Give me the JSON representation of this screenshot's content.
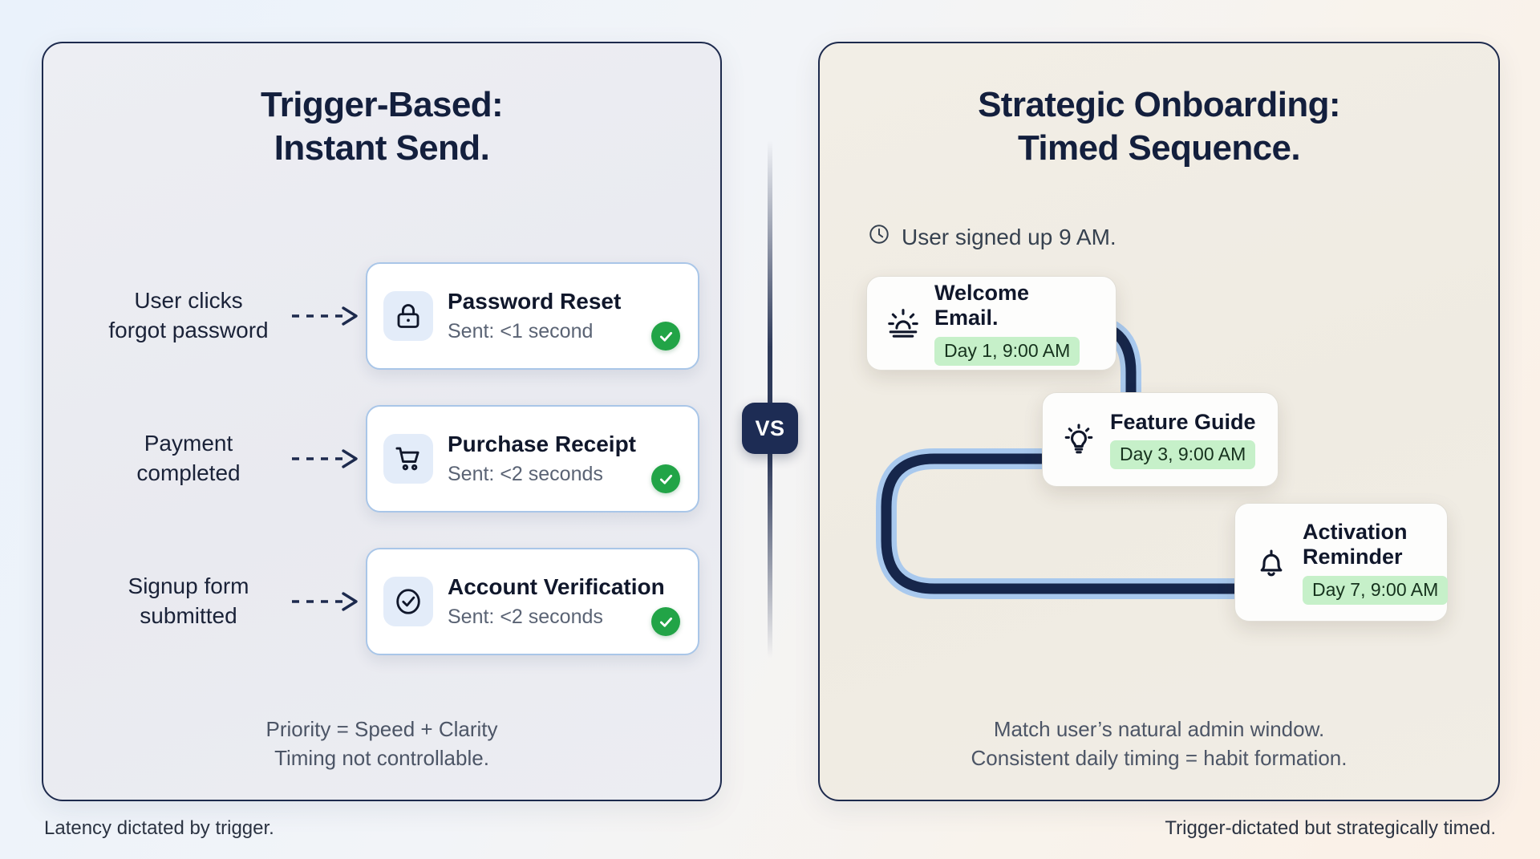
{
  "left_panel": {
    "title_line1": "Trigger-Based:",
    "title_line2": "Instant Send.",
    "rows": [
      {
        "trigger_line1": "User clicks",
        "trigger_line2": "forgot password",
        "icon": "lock-icon",
        "card_title": "Password Reset",
        "card_subtitle": "Sent: <1 second",
        "status": "check-icon"
      },
      {
        "trigger_line1": "Payment",
        "trigger_line2": "completed",
        "icon": "shopping-cart-icon",
        "card_title": "Purchase Receipt",
        "card_subtitle": "Sent: <2 seconds",
        "status": "check-icon"
      },
      {
        "trigger_line1": "Signup form",
        "trigger_line2": "submitted",
        "icon": "check-circle-icon",
        "card_title": "Account Verification",
        "card_subtitle": "Sent: <2 seconds",
        "status": "check-icon"
      }
    ],
    "footnote_line1": "Priority = Speed + Clarity",
    "footnote_line2": "Timing not controllable."
  },
  "divider": {
    "badge_label": "VS"
  },
  "right_panel": {
    "title_line1": "Strategic Onboarding:",
    "title_line2": "Timed Sequence.",
    "signup_note": "User signed up 9 AM.",
    "signup_icon": "clock-icon",
    "steps": [
      {
        "icon": "sunrise-icon",
        "title": "Welcome Email.",
        "schedule": "Day 1, 9:00 AM"
      },
      {
        "icon": "lightbulb-icon",
        "title": "Feature Guide",
        "schedule": "Day 3, 9:00 AM"
      },
      {
        "icon": "bell-icon",
        "title_line1": "Activation",
        "title_line2": "Reminder",
        "schedule": "Day 7, 9:00 AM"
      }
    ],
    "footnote_line1": "Match user’s natural admin window.",
    "footnote_line2": "Consistent daily timing = habit formation."
  },
  "captions": {
    "left": "Latency dictated by trigger.",
    "right": "Trigger-dictated but strategically timed."
  },
  "colors": {
    "navy": "#1d2a4d",
    "card_border_blue": "#a9c6e8",
    "icon_tile_blue": "#e3ecf9",
    "status_green": "#22a447",
    "chip_green": "#c6f0c9",
    "path_dark": "#16264b",
    "path_halo": "#a9c9ee",
    "left_panel_bg": "#edeef3",
    "right_panel_bg": "#f2eee6"
  }
}
